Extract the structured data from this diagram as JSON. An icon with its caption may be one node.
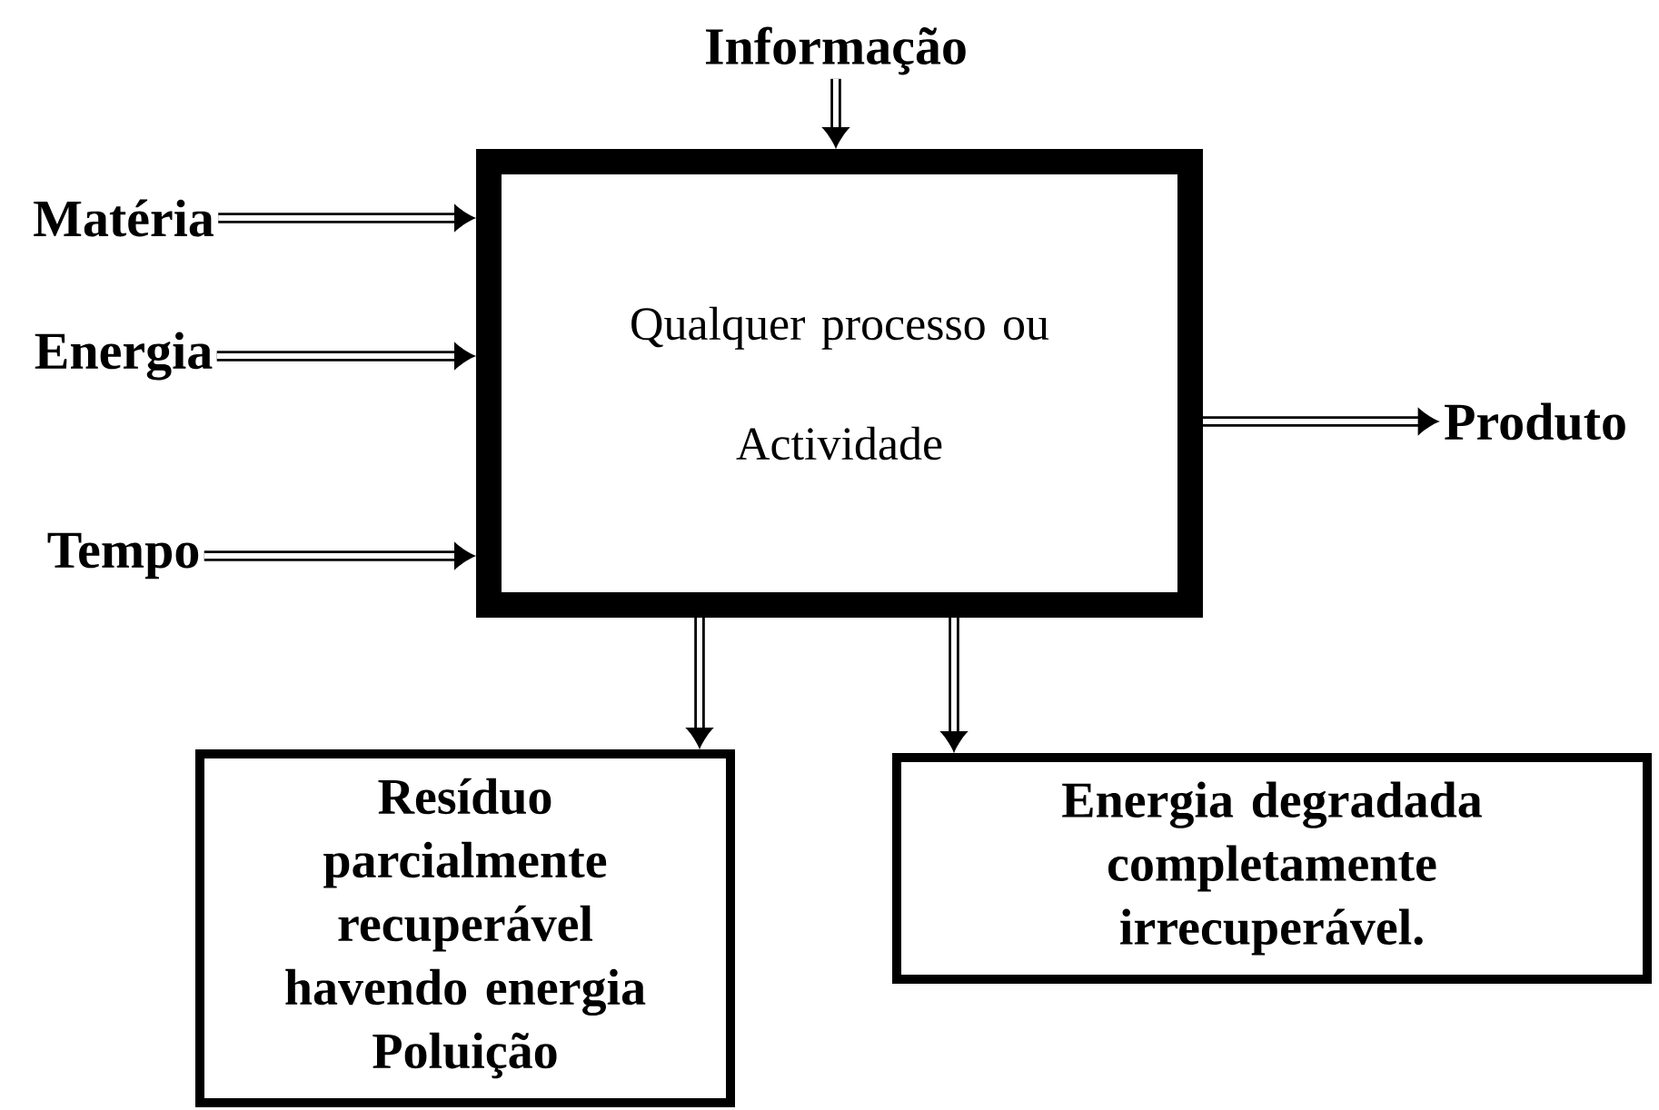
{
  "diagram": {
    "nodes": [
      {
        "text": [
          "Informação"
        ]
      },
      {
        "text": [
          "Matéria"
        ]
      },
      {
        "text": [
          "Energia"
        ]
      },
      {
        "text": [
          "Tempo"
        ]
      },
      {
        "text": [
          "Qualquer processo ou",
          "Actividade"
        ]
      },
      {
        "text": [
          "Produto"
        ]
      },
      {
        "text": [
          "Resíduo parcialmente recuperável havendo energia Poluição"
        ]
      },
      {
        "text": [
          "Energia degradada completamente irrecuperável."
        ]
      }
    ],
    "edges": [
      {
        "from": 0,
        "to": 4,
        "arrow": "to"
      },
      {
        "from": 1,
        "to": 4,
        "arrow": "to"
      },
      {
        "from": 2,
        "to": 4,
        "arrow": "to"
      },
      {
        "from": 3,
        "to": 4,
        "arrow": "to"
      },
      {
        "from": 4,
        "to": 5,
        "arrow": "to"
      },
      {
        "from": 4,
        "to": 6,
        "arrow": "to"
      },
      {
        "from": 4,
        "to": 7,
        "arrow": "to"
      }
    ]
  }
}
